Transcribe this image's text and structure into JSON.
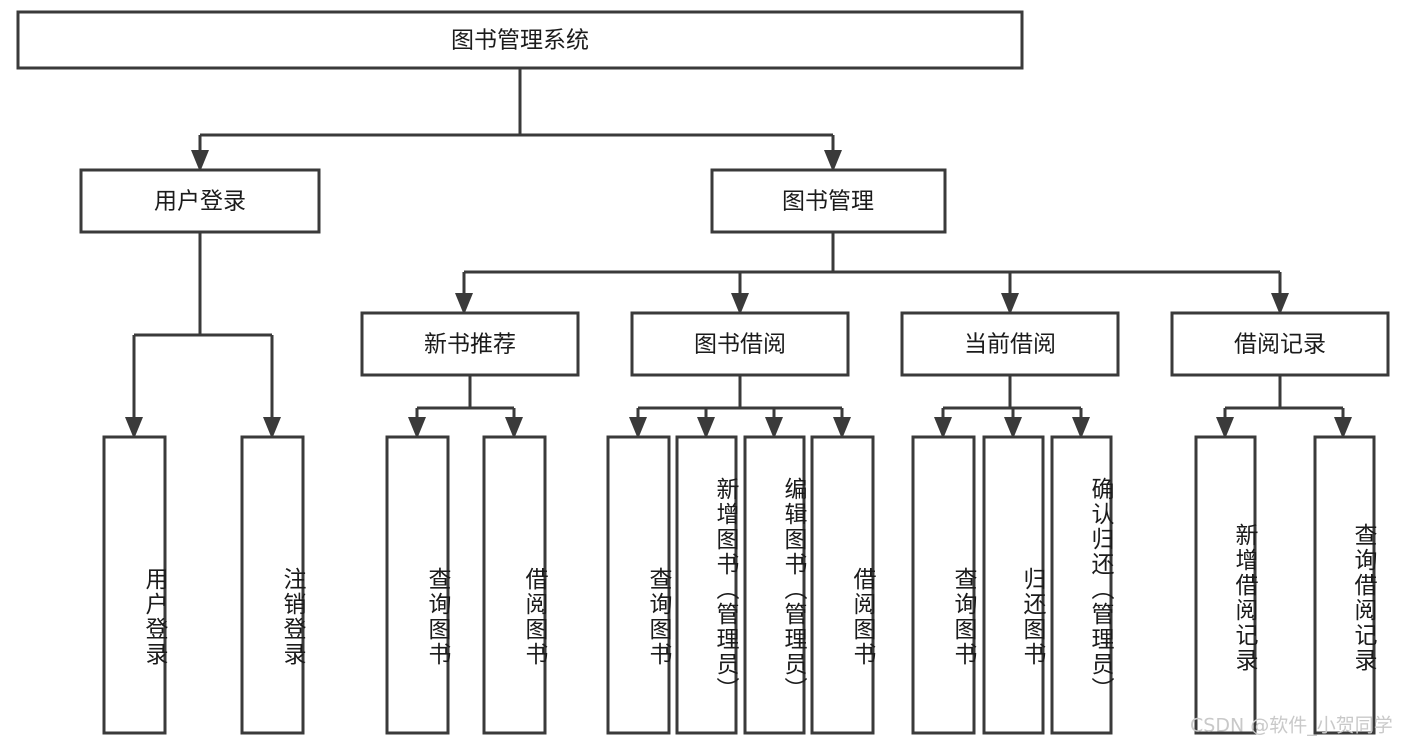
{
  "diagram": {
    "title": "图书管理系统",
    "type": "hierarchy-tree",
    "watermark": "CSDN @软件_小贺同学",
    "root": {
      "id": "root",
      "label": "图书管理系统"
    },
    "level2": [
      {
        "id": "user-login",
        "label": "用户登录"
      },
      {
        "id": "book-management",
        "label": "图书管理"
      }
    ],
    "level3": [
      {
        "id": "new-book-recommend",
        "label": "新书推荐"
      },
      {
        "id": "book-borrow",
        "label": "图书借阅"
      },
      {
        "id": "current-borrow",
        "label": "当前借阅"
      },
      {
        "id": "borrow-record",
        "label": "借阅记录"
      }
    ],
    "leaves": {
      "user_login": [
        {
          "id": "leaf-user-login",
          "label": "用户登录"
        },
        {
          "id": "leaf-logout-login",
          "label": "注销登录"
        }
      ],
      "new_book_recommend": [
        {
          "id": "leaf-query-book-1",
          "label": "查询图书"
        },
        {
          "id": "leaf-borrow-book-1",
          "label": "借阅图书"
        }
      ],
      "book_borrow": [
        {
          "id": "leaf-query-book-2",
          "label": "查询图书"
        },
        {
          "id": "leaf-add-book-admin",
          "label": "新增图书（管理员）"
        },
        {
          "id": "leaf-edit-book-admin",
          "label": "编辑图书（管理员）"
        },
        {
          "id": "leaf-borrow-book-2",
          "label": "借阅图书"
        }
      ],
      "current_borrow": [
        {
          "id": "leaf-query-book-3",
          "label": "查询图书"
        },
        {
          "id": "leaf-return-book",
          "label": "归还图书"
        },
        {
          "id": "leaf-confirm-return-admin",
          "label": "确认归还（管理员）"
        }
      ],
      "borrow_record": [
        {
          "id": "leaf-add-borrow-record",
          "label": "新增借阅记录"
        },
        {
          "id": "leaf-query-borrow-record",
          "label": "查询借阅记录"
        }
      ]
    },
    "colors": {
      "stroke": "#3a3a3a",
      "fill": "#ffffff",
      "text": "#1b1b1b",
      "watermark": "#c9c9c9",
      "background": "#ffffff"
    }
  }
}
